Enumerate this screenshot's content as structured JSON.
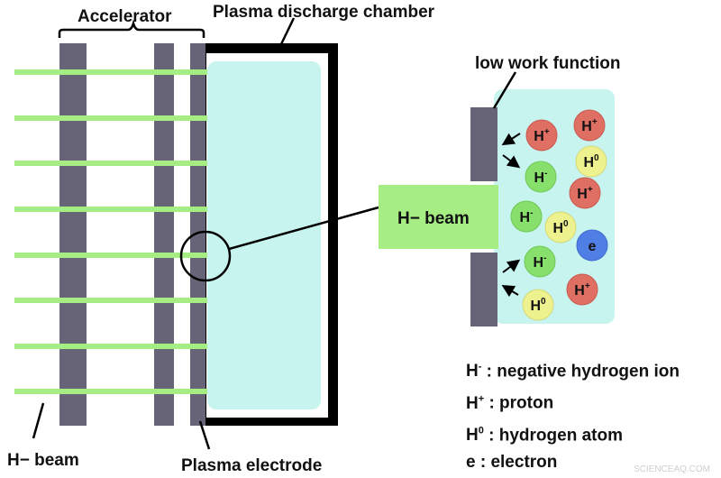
{
  "labels": {
    "accelerator": "Accelerator",
    "plasma_chamber": "Plasma discharge chamber",
    "low_work_function": "low work function",
    "beam_box": "H− beam",
    "h_minus_beam": "H− beam",
    "plasma_electrode": "Plasma electrode"
  },
  "particles": {
    "proton": "H+",
    "negative_ion": "H-",
    "hydrogen_atom": "H0",
    "electron": "e"
  },
  "legend": [
    {
      "symbol": "H-",
      "text": " : negative hydrogen ion"
    },
    {
      "symbol": "H+",
      "text": " : proton"
    },
    {
      "symbol": "H0",
      "text": " : hydrogen atom"
    },
    {
      "symbol": "e",
      "text": " : electron"
    }
  ],
  "watermark": "SCIENCEAQ.COM",
  "colors": {
    "beam_green": "#a6ee83",
    "electrode_gray": "#676478",
    "plasma_cyan": "#c8f4f0",
    "chamber_black": "#000000",
    "proton_red": "#de6f62",
    "neg_ion_green": "#88e06c",
    "atom_yellow": "#eef28e",
    "electron_blue": "#4f7fe4"
  }
}
